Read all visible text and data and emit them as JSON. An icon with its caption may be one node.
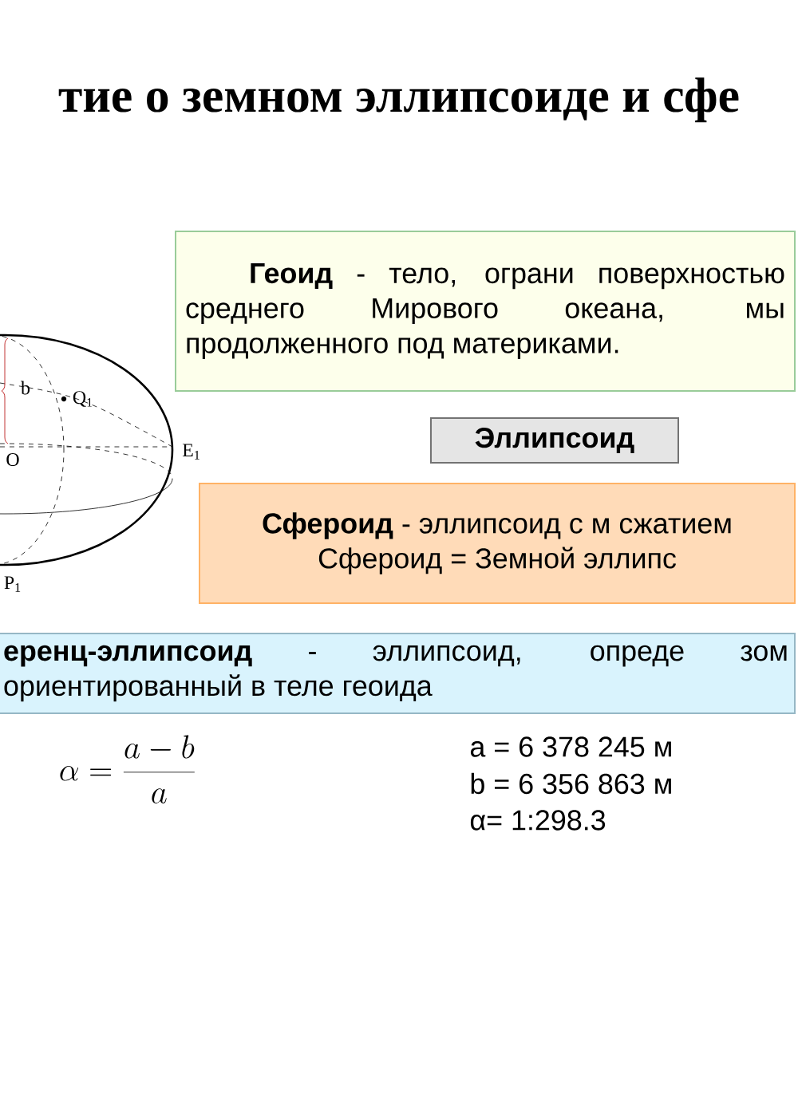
{
  "diagram": {
    "title": "тие о земном эллипсоиде и сфе",
    "nodes": [
      {
        "text": [
          "**Геоид** - тело, ограни поверхностью среднего Мирового океана, мы продолженного под материками."
        ]
      },
      {
        "text": [
          "Эллипсоид"
        ]
      },
      {
        "text": [
          "**Сфероид** - эллипсоид с м сжатием",
          "Сфероид = Земной эллипс"
        ]
      },
      {
        "text": [
          "**еренц-эллипсоид** - эллипсоид, опреде зом ориентированный в теле геоида"
        ]
      }
    ],
    "labels": [
      "b",
      "Q$_{1}$",
      "O",
      "E$_{1}$",
      "P$_{1}$",
      "\\alpha=\\frac{a-b}{a}",
      "a = 6 378 245 м",
      "b = 6 356 863 м",
      "α= 1:298.3"
    ]
  }
}
